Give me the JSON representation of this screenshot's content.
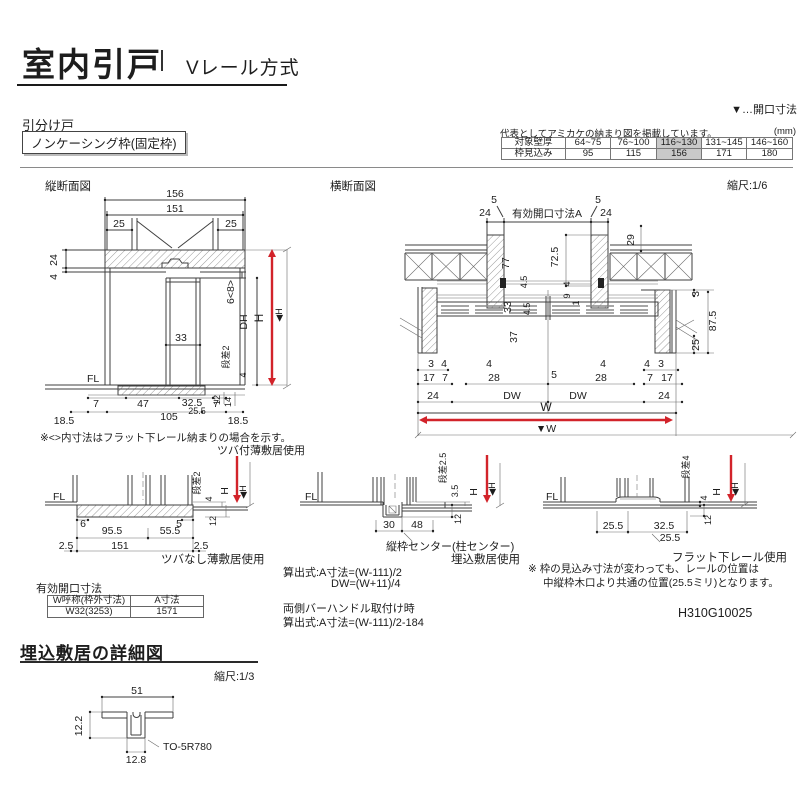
{
  "page": {
    "header": {
      "title": "室内引戸",
      "subtitle": "Vレール方式"
    },
    "legend": "▼…開口寸法",
    "doc_number": "H310G10025"
  },
  "intro": {
    "door_type": "引分け戸",
    "frame_type": "ノンケーシング枠(固定枠)",
    "table_note": "代表としてアミカケの納まり図を掲載しています。",
    "unit_note": "(mm)",
    "wall_table": {
      "row1_label": "対象壁厚",
      "row2_label": "枠見込み",
      "cols": [
        "64~75",
        "76~100",
        "116~130",
        "131~145",
        "146~160"
      ],
      "vals": [
        "95",
        "115",
        "156",
        "171",
        "180"
      ],
      "highlight_col_index": 2
    }
  },
  "vs": {
    "title": "縦断面図",
    "d156": "156",
    "d151": "151",
    "d25l": "25",
    "d25r": "25",
    "d24": "24",
    "d4a": "4",
    "d68": "6<8>",
    "ddh": "DH",
    "dstep": "段差2",
    "d4b": "4",
    "h": "H",
    "hmark": "◀H",
    "d33": "33",
    "fl": "FL",
    "d7l": "7",
    "d47": "47",
    "d325": "32.5",
    "d7r": "7",
    "d105": "105",
    "d255": "25.5",
    "d185l": "18.5",
    "d185r": "18.5",
    "d12": "12",
    "d14": "14",
    "note": "※<>内寸法はフラット下レール納まりの場合を示す。"
  },
  "cs": {
    "title": "横断面図",
    "scale": "縮尺:1/6",
    "a_label": "有効開口寸法A",
    "d5l": "5",
    "d24l": "24",
    "d5r": "5",
    "d24r": "24",
    "d29": "29",
    "d77": "77",
    "d725": "72.5",
    "d45a": "4.5",
    "d45b": "4.5",
    "d9": "9",
    "d4s": "4",
    "d1": "1",
    "d33": "33",
    "d37": "37",
    "d3a": "3",
    "d4a": "4",
    "d17a": "17",
    "d7a": "7",
    "d24a": "24",
    "d28a": "28",
    "d4b": "4",
    "d5c": "5",
    "d28b": "28",
    "d4c": "4",
    "d4d": "4",
    "d3b": "3",
    "d7b": "7",
    "d17b": "17",
    "d24b": "24",
    "d3t": "3",
    "d875": "87.5",
    "d25": "25",
    "dw1": "DW",
    "dw2": "DW",
    "w": "W",
    "wmark": "▼W"
  },
  "sl": {
    "arrow_label": "ツバ付薄敷居使用",
    "caption": "ツバなし薄敷居使用",
    "fl": "FL",
    "dstep": "段差2",
    "d4": "4",
    "d12": "12",
    "h": "H",
    "hmark": "◀H",
    "d6": "6",
    "d5": "5",
    "d955": "95.5",
    "d555": "55.5",
    "d25a": "2.5",
    "d151": "151",
    "d25b": "2.5"
  },
  "sc": {
    "caption": "埋込敷居使用",
    "center_label": "縦枠センター(柱センター)",
    "fl": "FL",
    "dstep": "段差2.5",
    "d35": "3.5",
    "d12": "12",
    "h": "H",
    "hmark": "◀H",
    "d30": "30",
    "d48": "48"
  },
  "sr": {
    "caption": "フラット下レール使用",
    "fl": "FL",
    "dstep": "段差4",
    "d4": "4",
    "d12": "12",
    "h": "H",
    "hmark": "◀H",
    "d255a": "25.5",
    "d325": "32.5",
    "d255b": "25.5",
    "note1": "※ 枠の見込み寸法が変わっても、レールの位置は",
    "note2": "中縦枠木口より共通の位置(25.5ミリ)となります。"
  },
  "ot": {
    "title": "有効開口寸法",
    "h1": "W呼称(枠外寸法)",
    "h2": "A寸法",
    "v1": "W32(3253)",
    "v2": "1571"
  },
  "fx": {
    "line1": "算出式:A寸法=(W-111)/2",
    "line2": "DW=(W+11)/4",
    "line3": "両側バーハンドル取付け時",
    "line4": "算出式:A寸法=(W-111)/2-184"
  },
  "dt": {
    "title": "埋込敷居の詳細図",
    "scale": "縮尺:1/3",
    "d51": "51",
    "d122": "12.2",
    "d128": "12.8",
    "part": "TO-5R780"
  },
  "colors": {
    "accent_red": "#d2232a",
    "line": "#3f3f3f",
    "table_highlight": "#c9c9c9"
  }
}
